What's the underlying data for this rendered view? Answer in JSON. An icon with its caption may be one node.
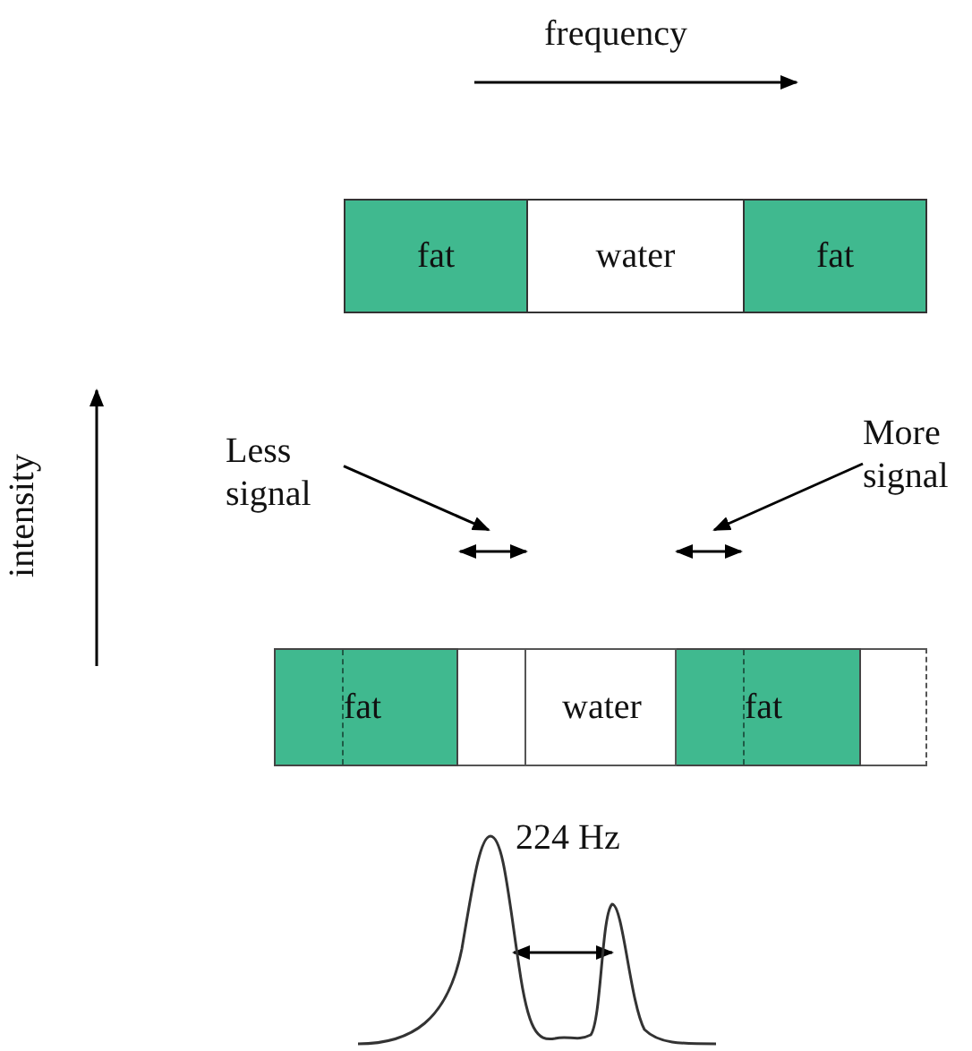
{
  "diagram": {
    "nodes": [
      {
        "text": [
          "fat"
        ]
      },
      {
        "text": [
          "water"
        ]
      },
      {
        "text": [
          "fat"
        ]
      },
      {
        "text": [
          "fat"
        ]
      },
      {
        "text": [],
        "shape": "box"
      },
      {
        "text": [
          "water"
        ]
      },
      {
        "text": [
          "fat"
        ]
      },
      {
        "text": [],
        "shape": "box"
      },
      {
        "text": [
          "Less signal"
        ]
      },
      {
        "text": [
          "More signal"
        ]
      }
    ],
    "edges": [
      {
        "from": 8,
        "to": null,
        "arrow": "to"
      },
      {
        "from": 9,
        "to": null,
        "arrow": "to"
      }
    ],
    "labels": [
      "frequency",
      "intensity",
      "224 Hz"
    ]
  }
}
